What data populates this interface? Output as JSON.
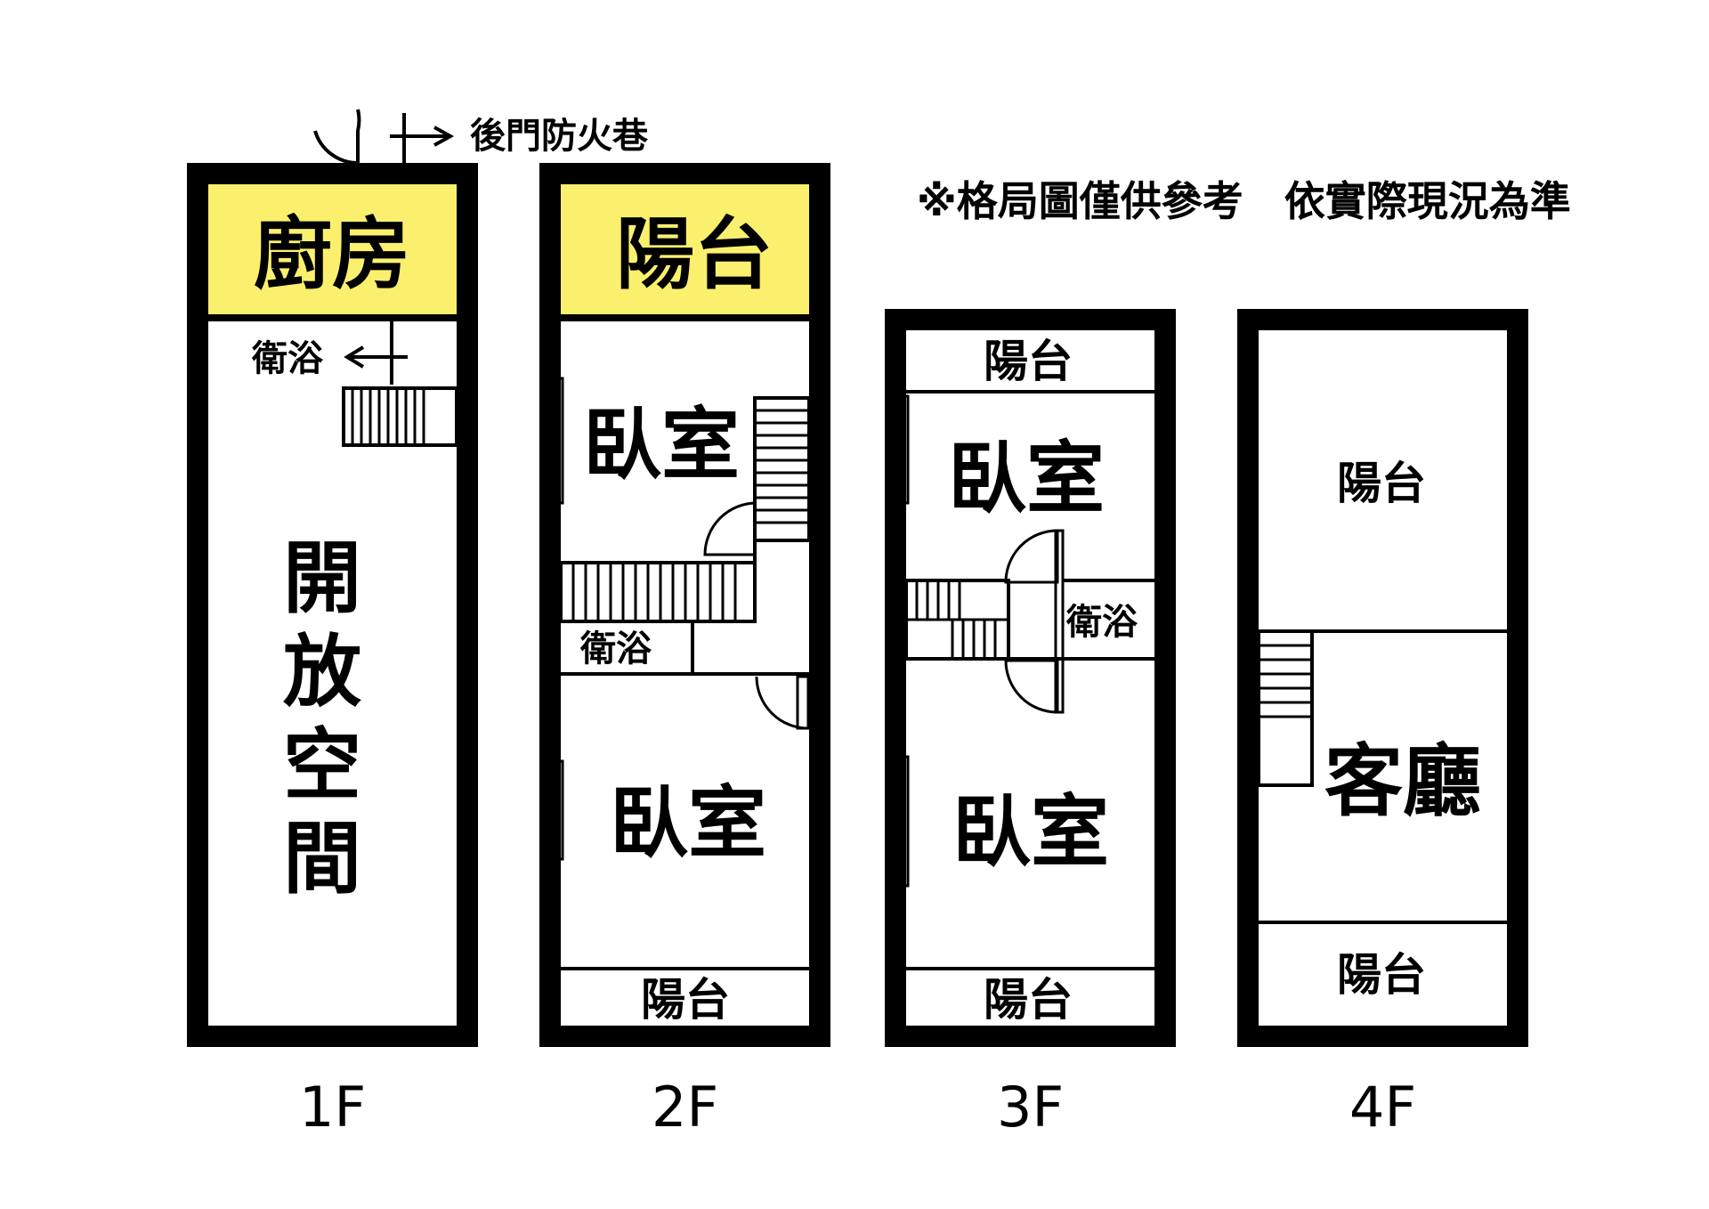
{
  "colors": {
    "kitchen_fill": "#fbf06e",
    "wall": "#000000",
    "background": "#ffffff"
  },
  "note": "※格局圖僅供參考　依實際現況為準",
  "back_door_label": "後門防火巷",
  "floors": [
    {
      "label": "1F",
      "rooms": {
        "kitchen": "廚房",
        "bath": "衛浴",
        "open_space": "開放空間"
      }
    },
    {
      "label": "2F",
      "rooms": {
        "balcony_top": "陽台",
        "bedroom_1": "臥室",
        "bath": "衛浴",
        "bedroom_2": "臥室",
        "balcony_bottom": "陽台"
      }
    },
    {
      "label": "3F",
      "rooms": {
        "balcony_top": "陽台",
        "bedroom_1": "臥室",
        "bath": "衛浴",
        "bedroom_2": "臥室",
        "balcony_bottom": "陽台"
      }
    },
    {
      "label": "4F",
      "rooms": {
        "balcony_top": "陽台",
        "living_room": "客廳",
        "balcony_bottom": "陽台"
      }
    }
  ]
}
